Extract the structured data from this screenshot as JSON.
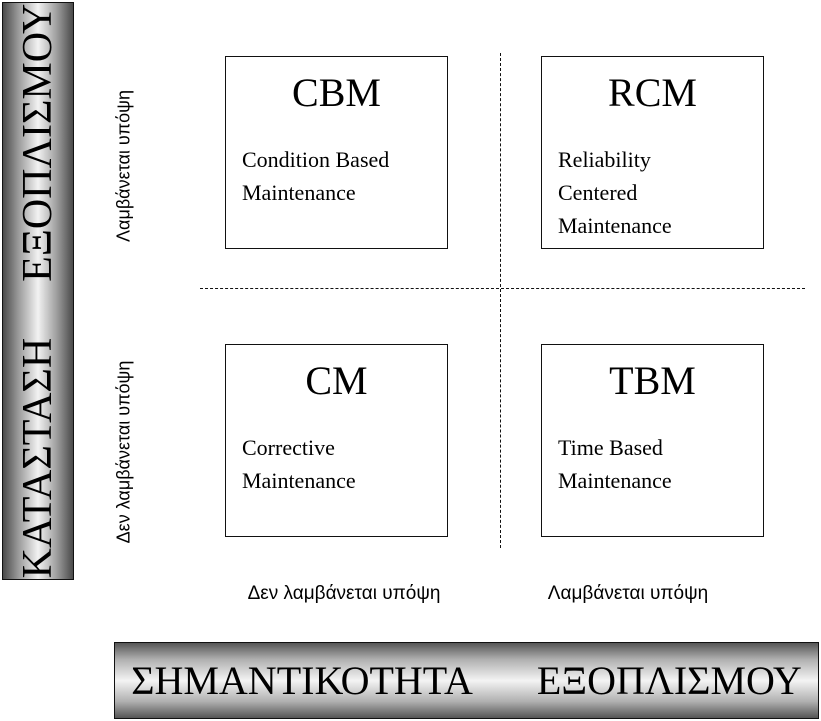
{
  "vertical_axis": {
    "word1": "ΚΑΤΑΣΤΑΣΗ",
    "word2": "ΕΞΟΠΛΙΣΜΟΥ",
    "row_labels": {
      "top": "Λαμβάνεται υπόψη",
      "bottom": "Δεν λαμβάνεται υπόψη"
    }
  },
  "horizontal_axis": {
    "word1": "ΣΗΜΑΝΤΙΚΟΤΗΤΑ",
    "word2": "ΕΞΟΠΛΙΣΜΟΥ",
    "column_labels": {
      "left": "Δεν λαμβάνεται υπόψη",
      "right": "Λαμβάνεται υπόψη"
    }
  },
  "quadrants": {
    "cbm": {
      "abbr": "CBM",
      "desc": "Condition Based\nMaintenance"
    },
    "rcm": {
      "abbr": "RCM",
      "desc": "Reliability\nCentered\nMaintenance"
    },
    "cm": {
      "abbr": "CM",
      "desc": "Corrective\nMaintenance"
    },
    "tbm": {
      "abbr": "TBM",
      "desc": "Time Based\nMaintenance"
    }
  }
}
